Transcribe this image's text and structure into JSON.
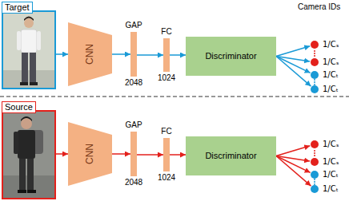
{
  "diagram": {
    "nodes": [
      {
        "text": [
          "Target"
        ]
      },
      {
        "text": [
          "CNN"
        ]
      },
      {
        "text": [
          "GAP",
          "2048"
        ]
      },
      {
        "text": [
          "FC",
          "1024"
        ]
      },
      {
        "text": [
          "Discriminator"
        ]
      },
      {
        "text": [
          "1/Cₛ"
        ]
      },
      {
        "text": [
          "1/Cₛ"
        ]
      },
      {
        "text": [
          "1/Cₜ"
        ]
      },
      {
        "text": [
          "1/Cₜ"
        ]
      },
      {
        "text": [
          "Source"
        ]
      },
      {
        "text": [
          "CNN"
        ]
      },
      {
        "text": [
          "GAP",
          "2048"
        ]
      },
      {
        "text": [
          "FC",
          "1024"
        ]
      },
      {
        "text": [
          "Discriminator"
        ]
      },
      {
        "text": [
          "1/Cₛ"
        ]
      },
      {
        "text": [
          "1/Cₛ"
        ]
      },
      {
        "text": [
          "1/Cₜ"
        ]
      },
      {
        "text": [
          "1/Cₜ"
        ]
      }
    ],
    "edges": [
      {
        "from": 0,
        "to": 1,
        "arrow": "to"
      },
      {
        "from": 1,
        "to": 2,
        "arrow": "to"
      },
      {
        "from": 2,
        "to": 3,
        "arrow": "to"
      },
      {
        "from": 3,
        "to": 4,
        "arrow": "to"
      },
      {
        "from": 4,
        "to": 5,
        "arrow": "to"
      },
      {
        "from": 4,
        "to": 6,
        "arrow": "to"
      },
      {
        "from": 4,
        "to": 7,
        "arrow": "to"
      },
      {
        "from": 4,
        "to": 8,
        "arrow": "to"
      },
      {
        "from": 9,
        "to": 10,
        "arrow": "to"
      },
      {
        "from": 10,
        "to": 11,
        "arrow": "to"
      },
      {
        "from": 11,
        "to": 12,
        "arrow": "to"
      },
      {
        "from": 12,
        "to": 13,
        "arrow": "to"
      },
      {
        "from": 13,
        "to": 14,
        "arrow": "to"
      },
      {
        "from": 13,
        "to": 15,
        "arrow": "to"
      },
      {
        "from": 13,
        "to": 16,
        "arrow": "to"
      },
      {
        "from": 13,
        "to": 17,
        "arrow": "to"
      }
    ],
    "labels": [
      "Camera IDs"
    ]
  }
}
